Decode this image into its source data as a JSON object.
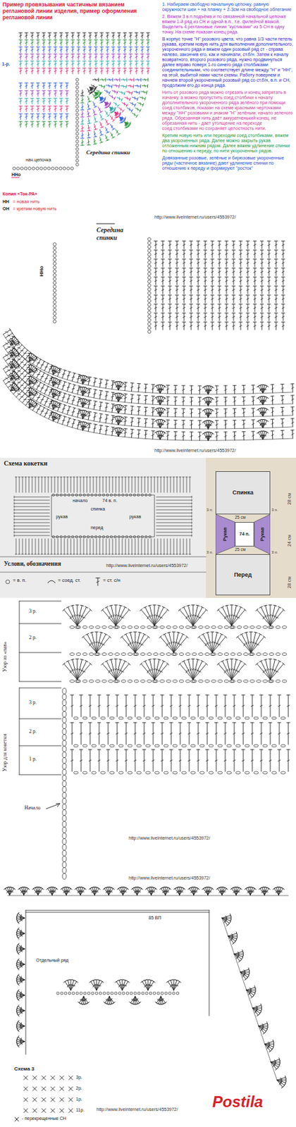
{
  "diagram": {
    "nodes": [
      {
        "text": [
          "Спинка"
        ]
      },
      {
        "text": [
          "Рукав"
        ]
      },
      {
        "text": [
          "74 п."
        ]
      },
      {
        "text": [
          "Рукав"
        ]
      },
      {
        "text": [
          "Перед"
        ]
      }
    ],
    "labels": [
      "Пример провязывания частичным вязанием реглановой линии изделия, пример оформления реглановой линии",
      "1. Набираем свободно начальную цепочку, равную окружности шеи + на планку + 2-3см на свободное облегание",
      "2. Вяжем 3 в.п.подъёма и по связанной начальной цепочке вяжем 1-й ряд из СН и одной в.п., т.е. филейной вязкой. Выделить 4 реглановые линии \"кустиками\" из 5 СН в одну точку. На схеме показан конец ряда.",
      "В корпус точке \"Н\" розового цвета, что равна 1/3 части петель рукава, крепим новую нить для выполнения дополнительного, укороченного ряда и вяжем один розовый ряд ст - справа налево, закончив его, как и начинали, ст.б/н. Затем к началу возвратного, второго розового ряда, нужно продвинуться далее вправо поверх 1-го синего ряда столбиками соединительными, что соответствует длине между \"Н\" и \"НН\", на этой, выбитой нами части схемы. Работу повернем и начнем второй укороченный розовый ряд со ст.б/н, в.п. и СН, продолжим его до конца ряда.",
      "Нить от розового ряда можно отрезать и конец запрятать в изнанку, а можно пропустить соед.столбики к началу дополнительного укороченного ряда зелёного при помощи соед.столбиков, показан на схеме красными черточками между \"НН\" розовыми и знаком \"Н\" зелёным, начало зеленого ряда. Обрезанная нить даёт аккуратненький конец, не обрезанная нить - дает утолщение на переходе соед.столбиками но сохраняет целостность нити.",
      "Крепим новую нить или переходим соед.столбиками, вяжем два укороченных ряда. Далее можно закрыть рукав отложенным нижним рядом. Далее вяжем удлинение спинки по отношению к переду, по нити укороченных рядов.",
      "Довязанные розовые, зелёные и бирюзовые укороченные ряды (частичное вязание) дают удлинение спинки по отношению к переду и формируют \"росток\"",
      "1-р.",
      "Середина спинки",
      "нач.цепочка",
      "ННо",
      "Копия «Ток-РА»",
      "НН",
      "= новая нить",
      "ОН",
      "= крепим новую нить",
      "http://www.liveinternet.ru/users/4553972/",
      "Середина спинки",
      "ННо",
      "http://www.liveinternet.ru/users/4553972/",
      "Схема кокетки",
      "начало",
      "74 в. п.",
      "спинка",
      "рукав",
      "рукав",
      "перед",
      "Услови, обозначения",
      "28 см",
      "25 см",
      "24 см",
      "25 см",
      "28 см",
      "3 п.",
      "3 п.",
      "3 п.",
      "3 п.",
      "http://www.liveinternet.ru/users/4553972/",
      "Узор из «пав»",
      "Узор для кокетки",
      "3 р.",
      "2 р.",
      "3 р.",
      "2 р.",
      "1 р.",
      "Начало",
      "http://www.liveinternet.ru/users/4553972/",
      "http://www.liveinternet.ru/users/4553972/",
      "85 ВП",
      "Отдельный ряд",
      "Схема 3",
      "1р.",
      "2р.",
      "3р.",
      "11р.",
      "http://www.liveinternet.ru/users/4553972/",
      "Postila"
    ],
    "legend": [
      {
        "text": "= в. п."
      },
      {
        "text": "= соед. ст."
      },
      {
        "text": "= ст. с/н"
      },
      {
        "text": "- перекрещенные СН"
      }
    ]
  }
}
